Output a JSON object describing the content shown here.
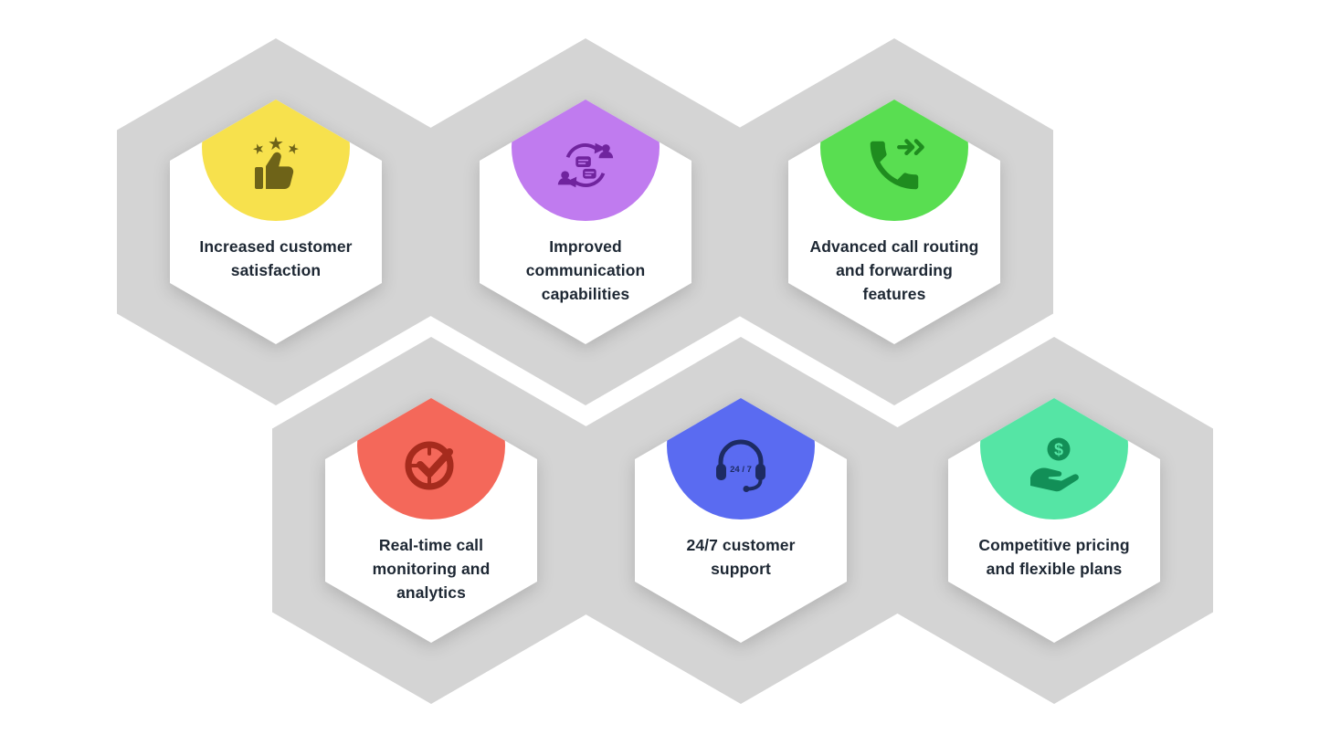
{
  "background": "#FFFFFF",
  "hex_background": "#D4D4D4",
  "text_color": "#1D2733",
  "cards": [
    {
      "name": "increased-customer-satisfaction",
      "label": [
        "Increased customer",
        "satisfaction"
      ],
      "color": "#F7E14D",
      "icon_color": "#6E6318",
      "icon": "thumbs-up-stars"
    },
    {
      "name": "improved-communication-capabilities",
      "label": [
        "Improved",
        "communication",
        "capabilities"
      ],
      "color": "#C07BEF",
      "icon_color": "#70249E",
      "icon": "people-communication-cycle"
    },
    {
      "name": "advanced-call-routing",
      "label": [
        "Advanced call routing",
        "and forwarding",
        "features"
      ],
      "color": "#59DE51",
      "icon_color": "#1F8C1F",
      "icon": "phone-forward"
    },
    {
      "name": "real-time-call-monitoring",
      "label": [
        "Real-time call",
        "monitoring and",
        "analytics"
      ],
      "color": "#F4685A",
      "icon_color": "#A62B1D",
      "icon": "clock-check"
    },
    {
      "name": "customer-support-24-7",
      "label": [
        "24/7 customer",
        "support"
      ],
      "color": "#5A6BF1",
      "icon_color": "#1D2B63",
      "icon": "headset-24-7",
      "badge_text": "24/7"
    },
    {
      "name": "competitive-pricing",
      "label": [
        "Competitive pricing",
        "and flexible plans"
      ],
      "color": "#55E5A5",
      "icon_color": "#128F57",
      "icon": "hand-dollar",
      "coin_symbol": "$"
    }
  ]
}
